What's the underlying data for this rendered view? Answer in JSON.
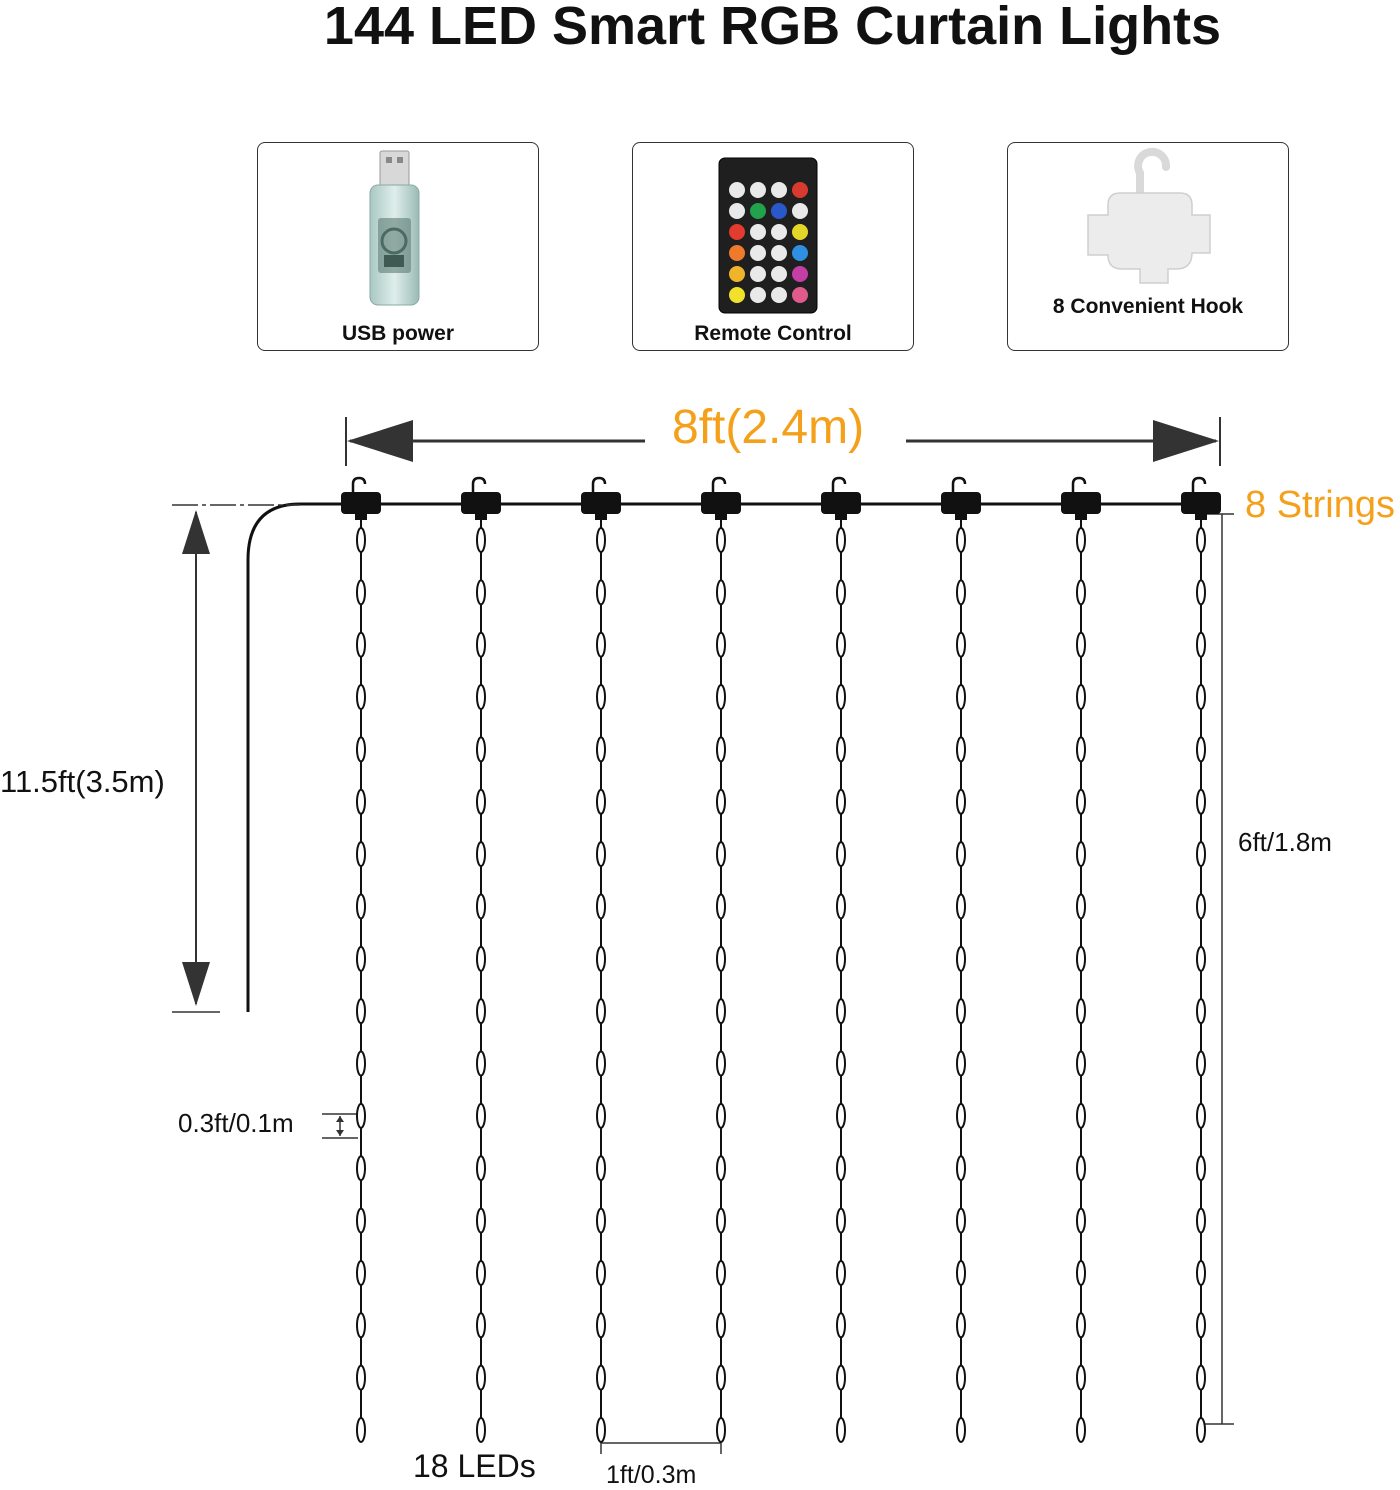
{
  "title": "144 LED Smart RGB Curtain Lights",
  "cards": [
    {
      "label": "USB power"
    },
    {
      "label": "Remote Control"
    },
    {
      "label": "8 Convenient Hook"
    }
  ],
  "dimensions": {
    "width": "8ft(2.4m)",
    "strings": "8 Strings",
    "cable_length": "11.5ft(3.5m)",
    "string_length": "6ft/1.8m",
    "led_spacing": "0.3ft/0.1m",
    "leds_per_string": "18 LEDs",
    "string_spacing": "1ft/0.3m"
  },
  "counts": {
    "string_count": 8,
    "leds_per_string": 18
  },
  "colors": {
    "accent": "#f5a01a",
    "line": "#111111"
  }
}
